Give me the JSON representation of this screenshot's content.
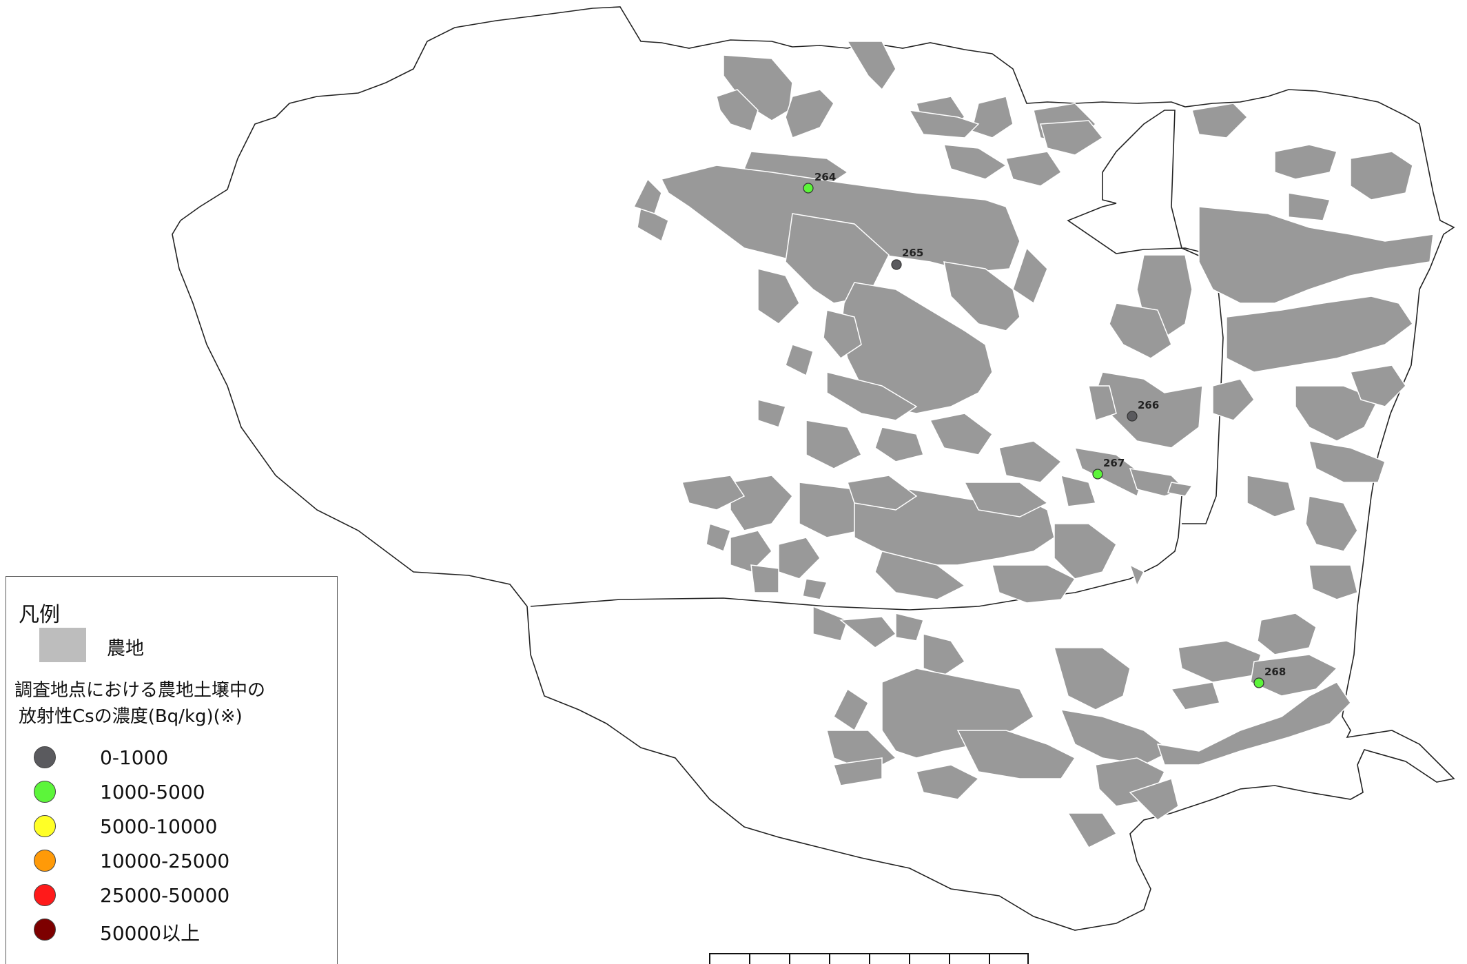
{
  "legend": {
    "title": "凡例",
    "farmland_label": "農地",
    "subtitle_line1": "調査地点における農地土壌中の",
    "subtitle_line2": "放射性Csの濃度(Bq/kg)(※)",
    "classes": [
      {
        "range": "0-1000",
        "color": "#5a5a5e"
      },
      {
        "range": "1000-5000",
        "color": "#5cf53a"
      },
      {
        "range": "5000-10000",
        "color": "#ffff26"
      },
      {
        "range": "10000-25000",
        "color": "#ff9a08"
      },
      {
        "range": "25000-50000",
        "color": "#ff1a1a"
      },
      {
        "range": "50000以上",
        "color": "#7d0000"
      }
    ]
  },
  "points": [
    {
      "id": "264",
      "class": 1
    },
    {
      "id": "265",
      "class": 0
    },
    {
      "id": "266",
      "class": 0
    },
    {
      "id": "267",
      "class": 1
    },
    {
      "id": "268",
      "class": 1
    }
  ],
  "colors": {
    "farmland": "#999999",
    "boundary": "#222222"
  }
}
